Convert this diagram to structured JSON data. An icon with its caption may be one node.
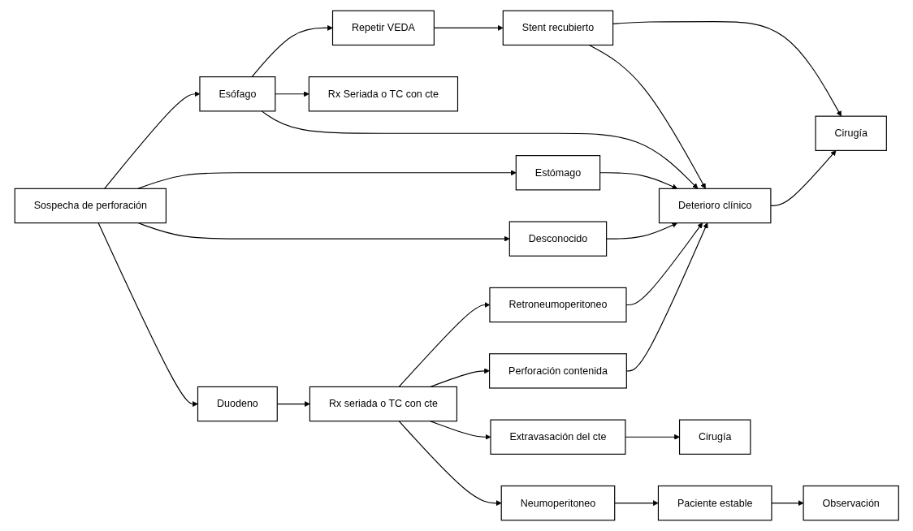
{
  "diagram": {
    "nodes": [
      {
        "text": [
          "Sospecha de perforación"
        ]
      },
      {
        "text": [
          "Repetir VEDA"
        ]
      },
      {
        "text": [
          "Stent recubierto"
        ]
      },
      {
        "text": [
          "Esófago"
        ]
      },
      {
        "text": [
          "Rx Seriada o TC con cte"
        ]
      },
      {
        "text": [
          "Cirugía"
        ]
      },
      {
        "text": [
          "Deterioro clínico"
        ]
      },
      {
        "text": [
          "Estómago"
        ]
      },
      {
        "text": [
          "Neumoperitoneo"
        ]
      },
      {
        "text": [
          "Paciente estable"
        ]
      },
      {
        "text": [
          "Duodeno"
        ]
      },
      {
        "text": [
          "Rx seriada o TC con cte"
        ]
      },
      {
        "text": [
          "Retroneumoperitoneo"
        ]
      },
      {
        "text": [
          "Perforación contenida"
        ]
      },
      {
        "text": [
          "Observación"
        ]
      },
      {
        "text": [
          "Desconocido"
        ]
      },
      {
        "text": [
          "Extravasación del cte"
        ]
      },
      {
        "text": [
          "Cirugía"
        ]
      }
    ],
    "edges": [
      {
        "from": 0,
        "to": 3,
        "arrow": "to"
      },
      {
        "from": 0,
        "to": 7,
        "arrow": "to"
      },
      {
        "from": 0,
        "to": 10,
        "arrow": "to"
      },
      {
        "from": 0,
        "to": 15,
        "arrow": "to"
      },
      {
        "from": 3,
        "to": 1,
        "arrow": "to"
      },
      {
        "from": 3,
        "to": 4,
        "arrow": "to"
      },
      {
        "from": 1,
        "to": 2,
        "arrow": "to"
      },
      {
        "from": 2,
        "to": 5,
        "arrow": "to"
      },
      {
        "from": 2,
        "to": 6,
        "arrow": "to"
      },
      {
        "from": 3,
        "to": 6,
        "arrow": "to"
      },
      {
        "from": 7,
        "to": 6,
        "arrow": "to"
      },
      {
        "from": 15,
        "to": 6,
        "arrow": "to"
      },
      {
        "from": 6,
        "to": 5,
        "arrow": "to"
      },
      {
        "from": 10,
        "to": 11,
        "arrow": "to"
      },
      {
        "from": 11,
        "to": 8,
        "arrow": "to"
      },
      {
        "from": 11,
        "to": 12,
        "arrow": "to"
      },
      {
        "from": 11,
        "to": 13,
        "arrow": "to"
      },
      {
        "from": 11,
        "to": 16,
        "arrow": "to"
      },
      {
        "from": 8,
        "to": 9,
        "arrow": "to"
      },
      {
        "from": 9,
        "to": 14,
        "arrow": "to"
      },
      {
        "from": 12,
        "to": 6,
        "arrow": "to"
      },
      {
        "from": 13,
        "to": 6,
        "arrow": "to"
      },
      {
        "from": 16,
        "to": 17,
        "arrow": "to"
      }
    ]
  }
}
